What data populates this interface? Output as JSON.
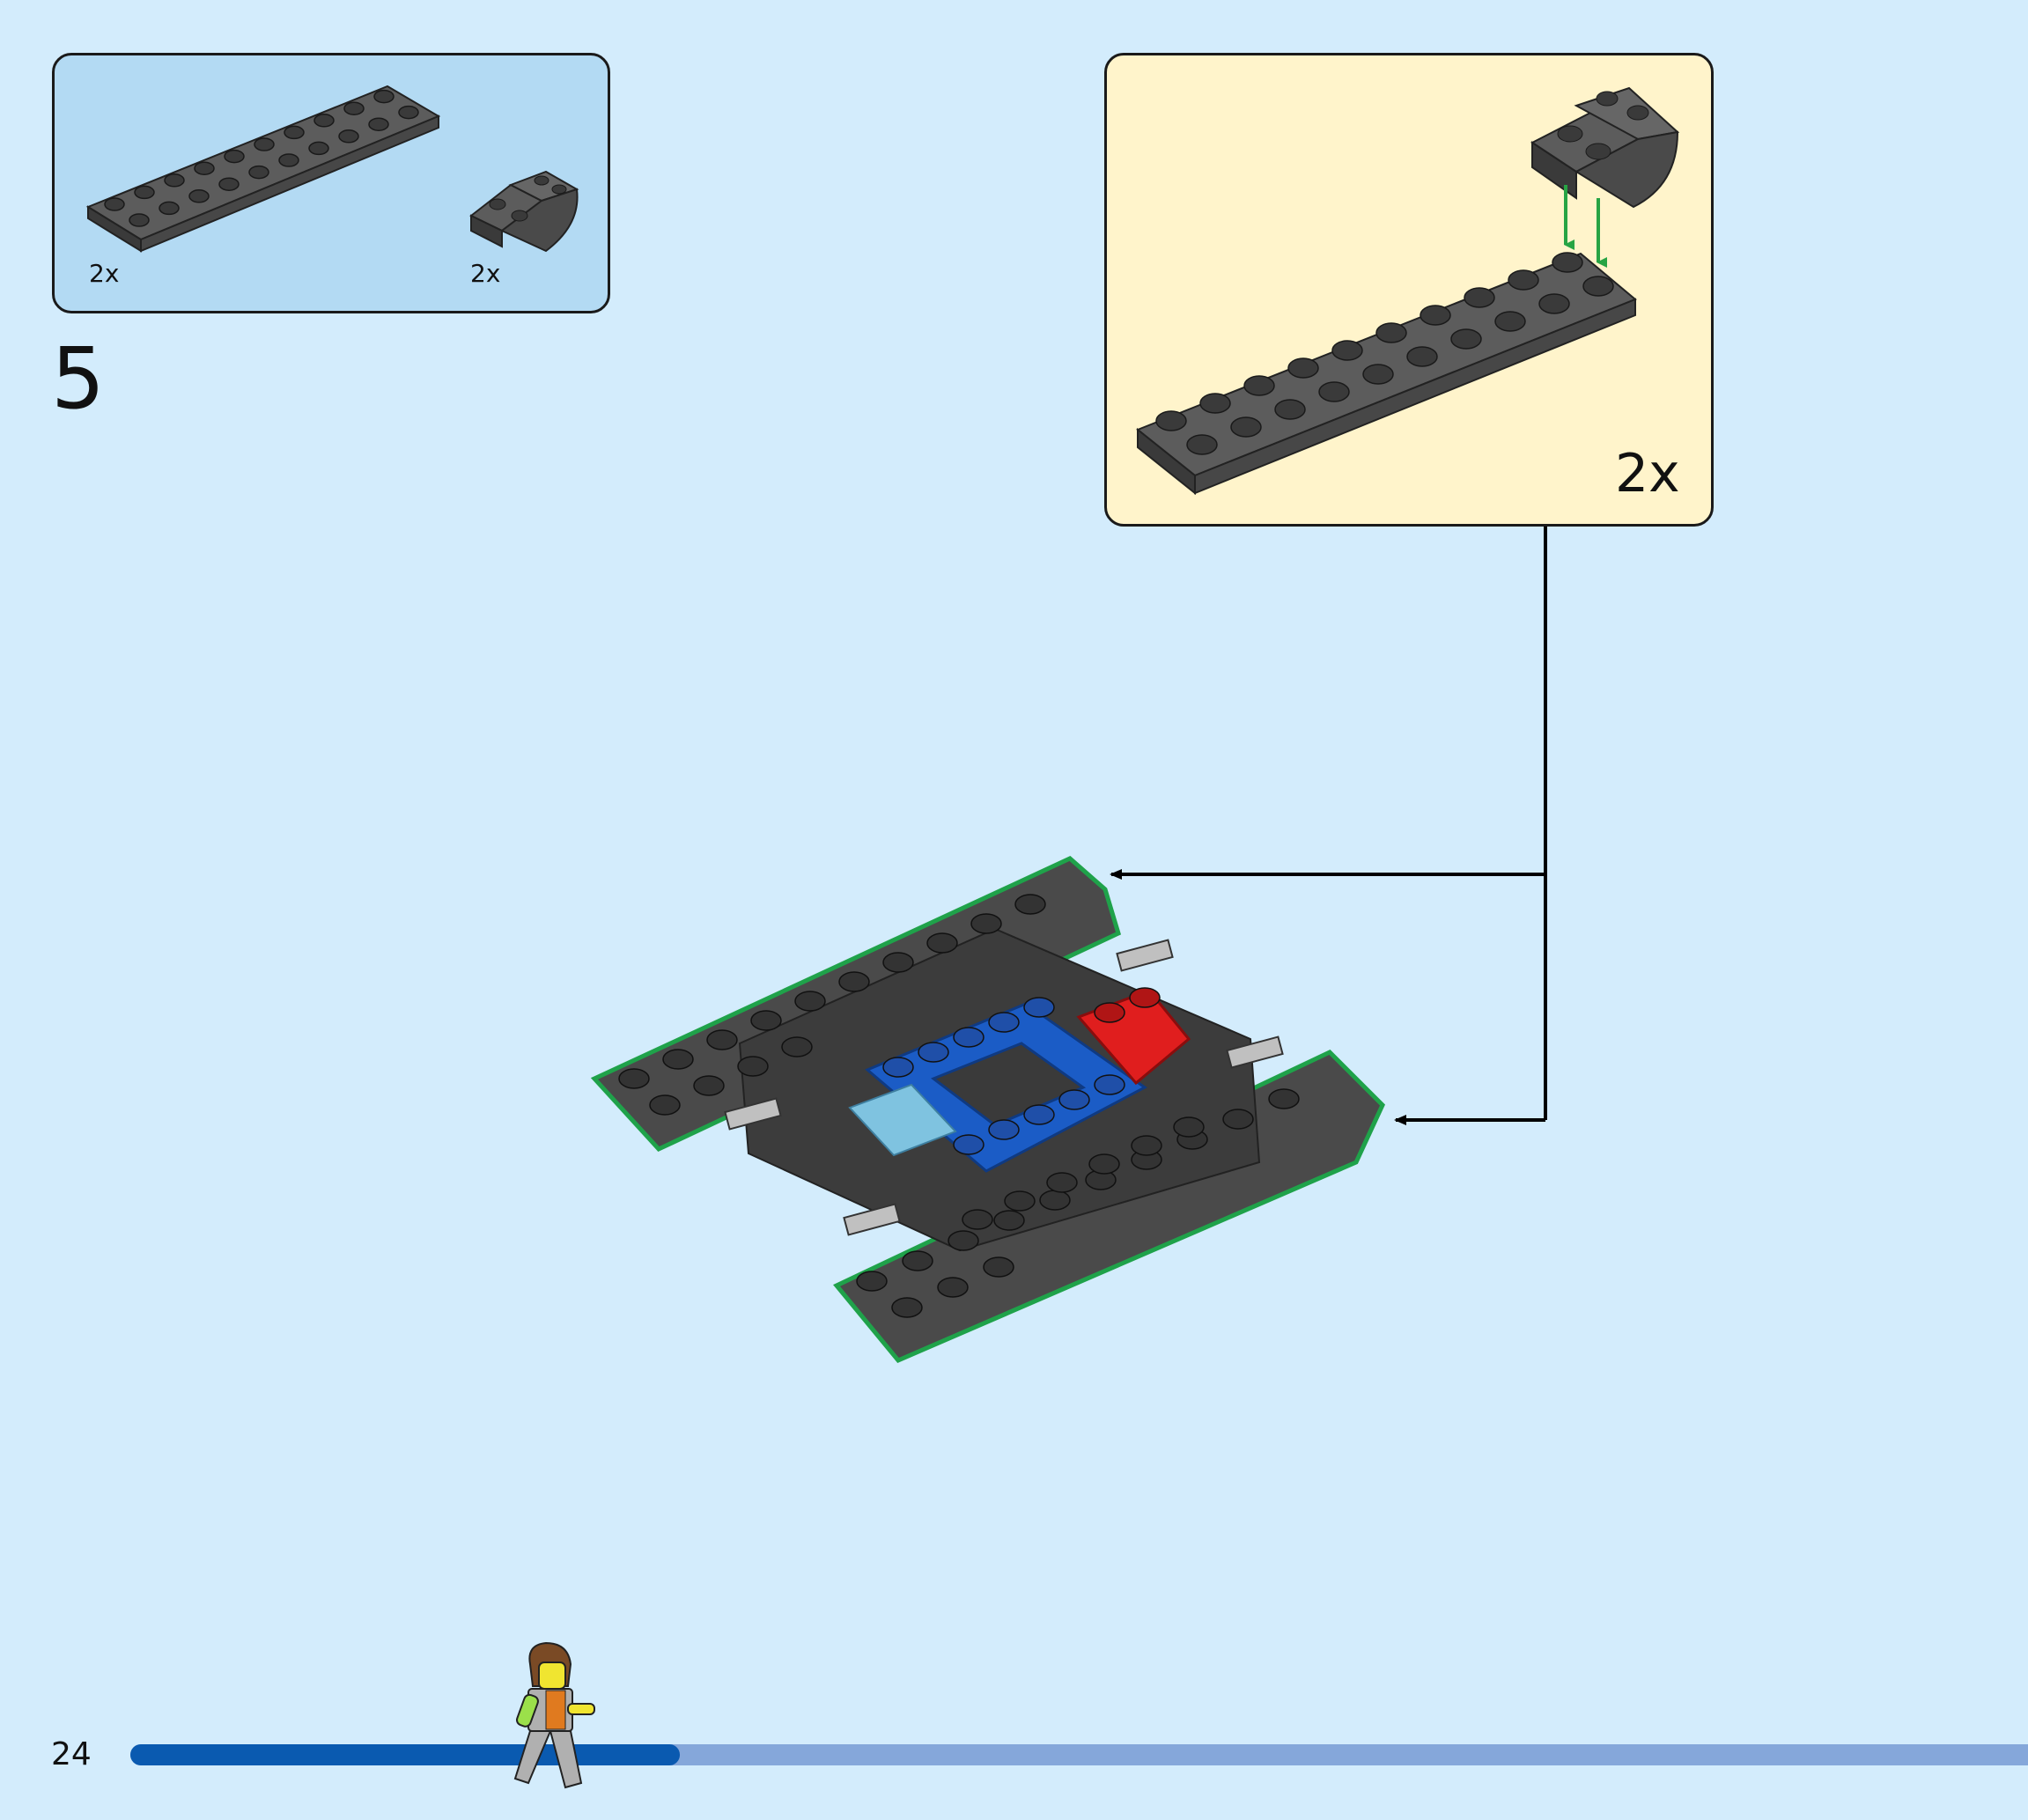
{
  "step": {
    "number": "5"
  },
  "parts_list": {
    "items": [
      {
        "name": "plate-2x10",
        "color": "#5c5c5c",
        "quantity": "2x"
      },
      {
        "name": "curved-slope-brick",
        "color": "#5c5c5c",
        "quantity": "2x"
      }
    ]
  },
  "subassembly": {
    "quantity": "2x",
    "arrow_color": "#27a444",
    "callout_color": "#000000"
  },
  "model": {
    "colors": {
      "body": "#4a4a4a",
      "highlight": "#1fa24a",
      "blue": "#1b5cc6",
      "red": "#e01e1e",
      "light_blue": "#7fc3e0"
    }
  },
  "footer": {
    "page_number": "24",
    "progress": 0.28,
    "progress_color": "#0a5ab0",
    "track_color": "#85a7da"
  }
}
